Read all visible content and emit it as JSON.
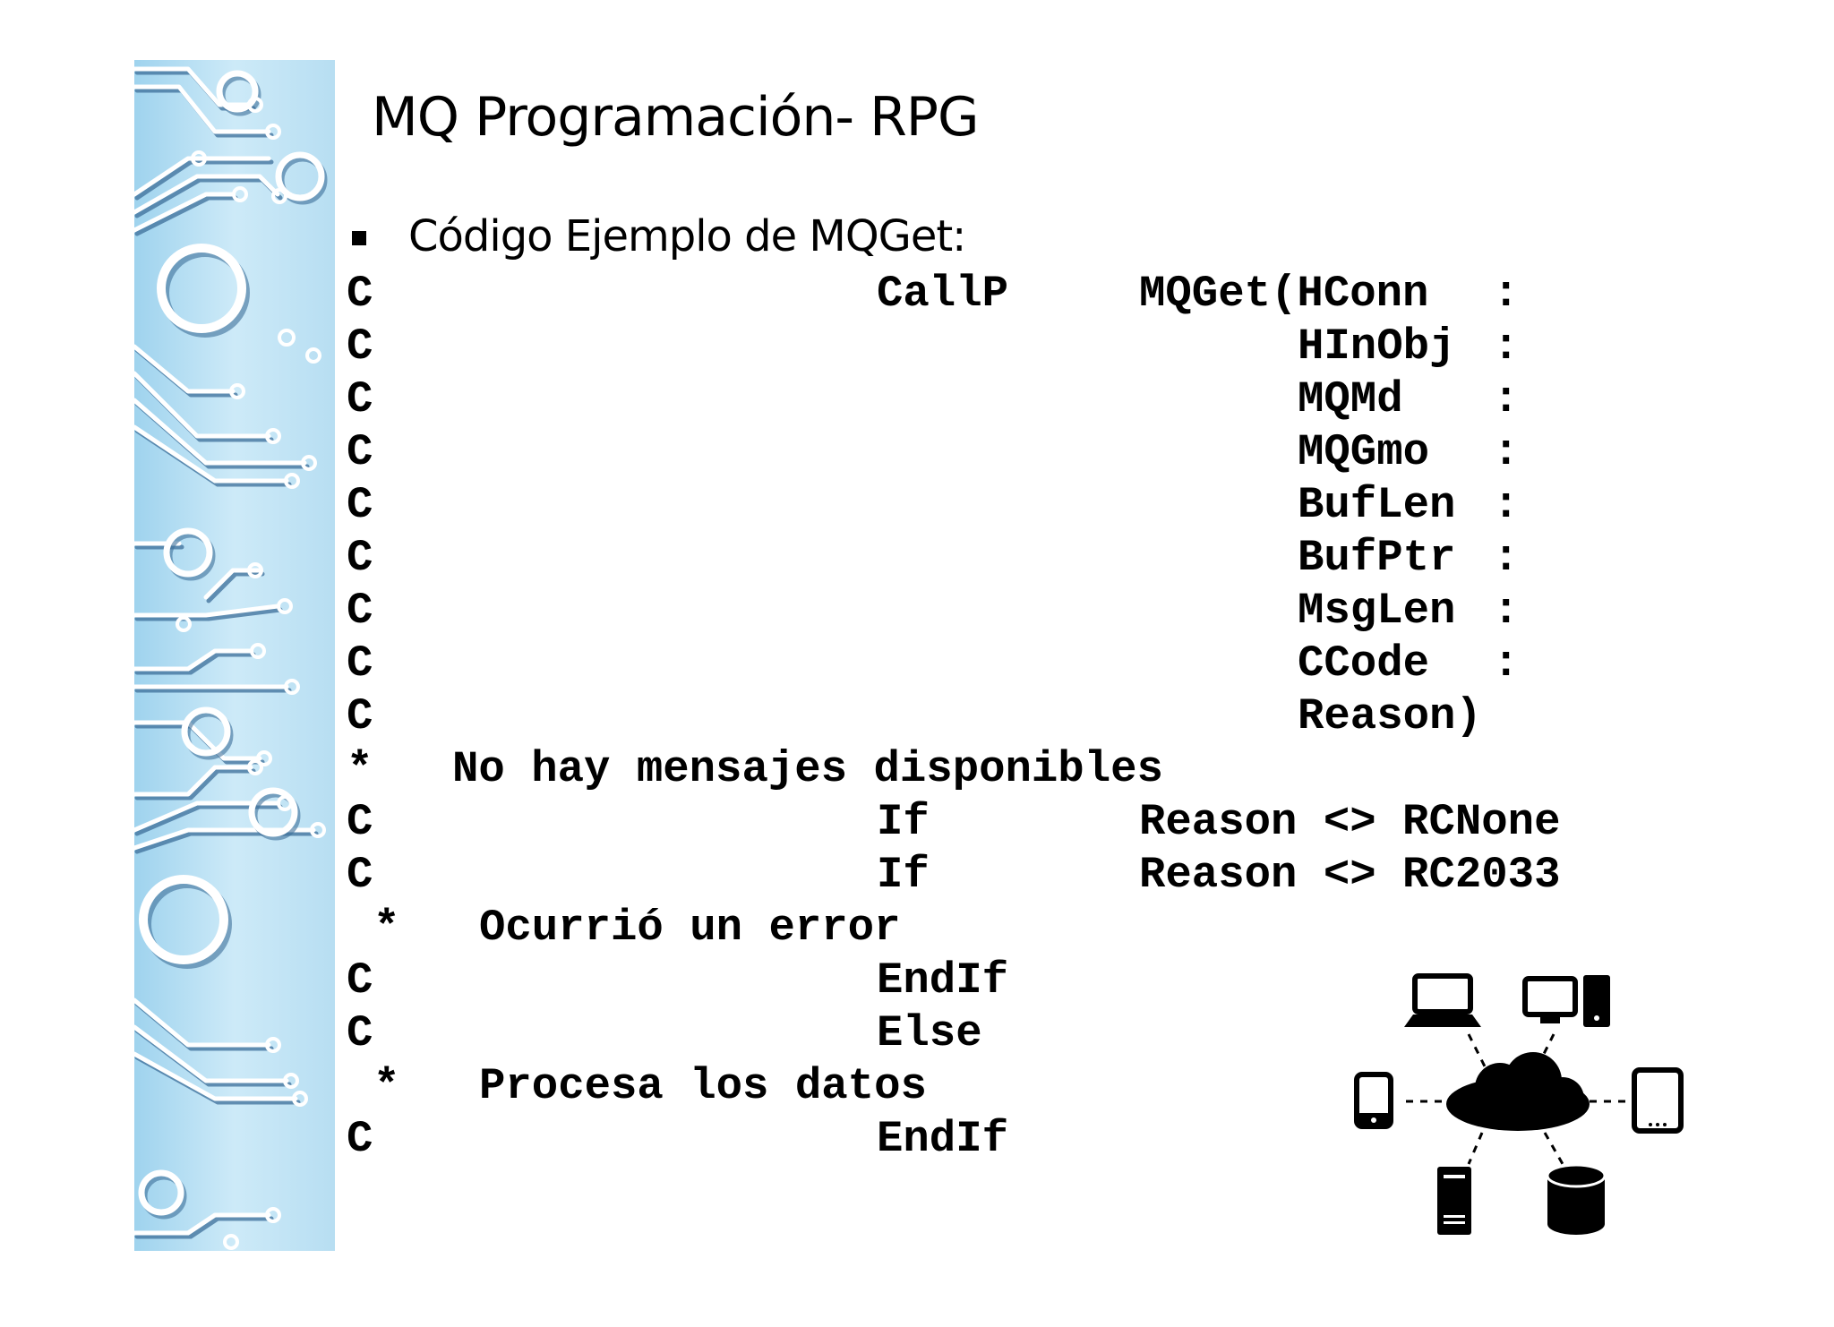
{
  "slide": {
    "title": "MQ Programación- RPG",
    "bullet": "Código Ejemplo de MQGet:"
  },
  "code": [
    {
      "c1": "C",
      "c2": "CallP",
      "c3": "MQGet(HConn",
      "c4": ":"
    },
    {
      "c1": "C",
      "c2": "",
      "c3": "HInObj",
      "c4": ":"
    },
    {
      "c1": "C",
      "c2": "",
      "c3": "MQMd",
      "c4": ":"
    },
    {
      "c1": "C",
      "c2": "",
      "c3": "MQGmo",
      "c4": ":"
    },
    {
      "c1": "C",
      "c2": "",
      "c3": "BufLen",
      "c4": ":"
    },
    {
      "c1": "C",
      "c2": "",
      "c3": "BufPtr",
      "c4": ":"
    },
    {
      "c1": "C",
      "c2": "",
      "c3": "MsgLen",
      "c4": ":"
    },
    {
      "c1": "C",
      "c2": "",
      "c3": "CCode",
      "c4": ":"
    },
    {
      "c1": "C",
      "c2": "",
      "c3": "Reason)",
      "c4": ""
    },
    {
      "c1": "*",
      "c2": "No hay mensajes disponibles",
      "c3": "",
      "c4": ""
    },
    {
      "c1": "C",
      "c2": "If",
      "c3": "Reason <> RCNone",
      "c4": ""
    },
    {
      "c1": "C",
      "c2": "If",
      "c3": "Reason <> RC2033",
      "c4": ""
    },
    {
      "c1": "*",
      "c2": "Ocurrió un error",
      "c3": "",
      "c4": ""
    },
    {
      "c1": "C",
      "c2": "EndIf",
      "c3": "",
      "c4": ""
    },
    {
      "c1": "C",
      "c2": "Else",
      "c3": "",
      "c4": ""
    },
    {
      "c1": "*",
      "c2": "Procesa los datos",
      "c3": "",
      "c4": ""
    },
    {
      "c1": "C",
      "c2": "EndIf",
      "c3": "",
      "c4": ""
    }
  ],
  "colors": {
    "sidebar_bg": "#c4e6f6",
    "circuit": "#ffffff",
    "circuit_shadow": "#3d6f9a",
    "text": "#000000"
  },
  "icons": [
    "circuit-board-decoration",
    "laptop-icon",
    "desktop-computer-icon",
    "phone-icon",
    "tablet-icon",
    "server-icon",
    "database-icon",
    "cloud-icon"
  ]
}
